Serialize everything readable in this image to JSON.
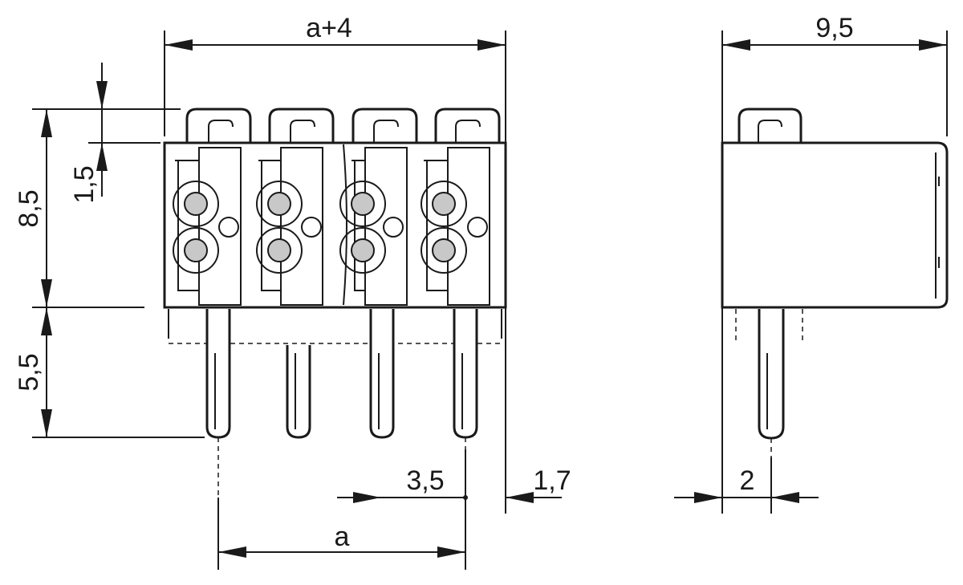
{
  "dimensions": {
    "overall_width": "a+4",
    "side_depth": "9,5",
    "top_offset": "1,5",
    "body_height": "8,5",
    "pin_length": "5,5",
    "pitch_half": "3,5",
    "edge_offset": "1,7",
    "pitch": "a",
    "side_pin_offset": "2"
  }
}
